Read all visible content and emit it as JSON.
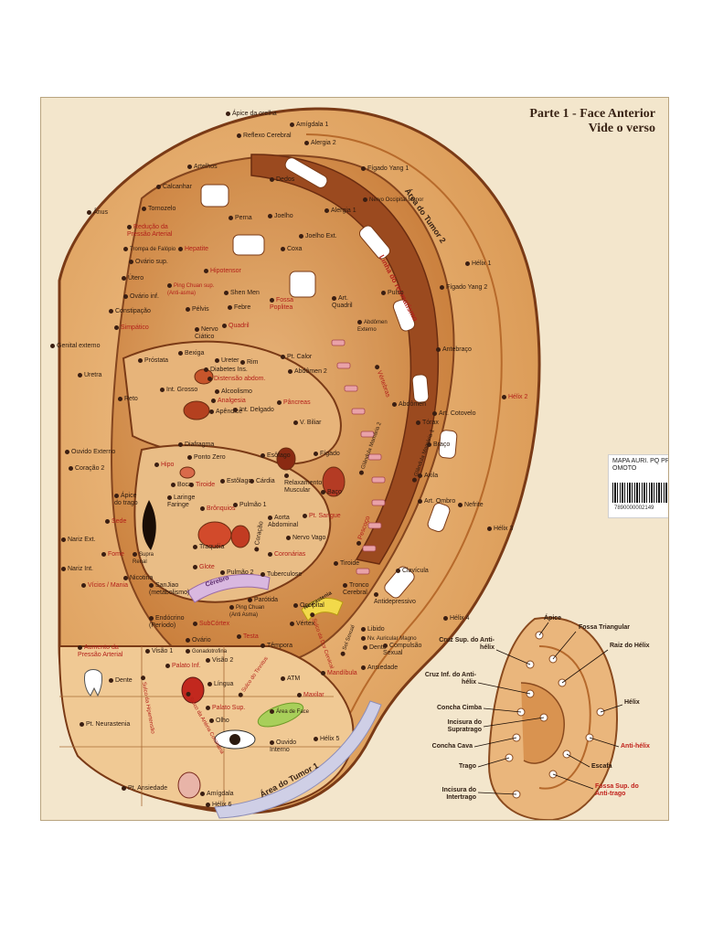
{
  "title": {
    "line1": "Parte 1 - Face Anterior",
    "line2": "Vide o verso"
  },
  "sticker": {
    "text": "MAPA AURI. PQ PROF EN OMOTO",
    "barcode_number": "7890000002149"
  },
  "zones": [
    {
      "key": "tumor2",
      "text": "Área do Tumor 2"
    },
    {
      "key": "tumor1",
      "text": "Área do Tumor 1"
    },
    {
      "key": "reumatismo",
      "text": "Linha do reumatismo"
    },
    {
      "key": "cerebro",
      "text": "Cérebro"
    },
    {
      "key": "neurastenia",
      "text": "Neurastenia"
    }
  ],
  "points": [
    {
      "text": "Ápice da orelha",
      "red": false
    },
    {
      "text": "Amígdala 1",
      "red": false
    },
    {
      "text": "Reflexo Cerebral",
      "red": false
    },
    {
      "text": "Alergia 2",
      "red": false
    },
    {
      "text": "Fígado Yang 1",
      "red": false
    },
    {
      "text": "Artelhos",
      "red": false
    },
    {
      "text": "Dedos",
      "red": false
    },
    {
      "text": "Calcanhar",
      "red": false
    },
    {
      "text": "Tornozelo",
      "red": false
    },
    {
      "text": "Alergia 1",
      "red": false
    },
    {
      "text": "Ânus",
      "red": false
    },
    {
      "text": "Perna",
      "red": false
    },
    {
      "text": "Joelho",
      "red": false
    },
    {
      "text": "Nervo Occipital Menor",
      "red": false
    },
    {
      "text": "Redução da Pressão Arterial",
      "red": true
    },
    {
      "text": "Joelho Ext.",
      "red": false
    },
    {
      "text": "Trompa de Falópio",
      "red": false
    },
    {
      "text": "Hepatite",
      "red": true
    },
    {
      "text": "Coxa",
      "red": false
    },
    {
      "text": "Hélix 1",
      "red": false
    },
    {
      "text": "Ovário sup.",
      "red": false
    },
    {
      "text": "Hipotensor",
      "red": true
    },
    {
      "text": "Útero",
      "red": false
    },
    {
      "text": "Ping Chuan sup. (Anti-asma)",
      "red": true
    },
    {
      "text": "Fígado Yang 2",
      "red": false
    },
    {
      "text": "Ovário inf.",
      "red": false
    },
    {
      "text": "Shen Men",
      "red": false
    },
    {
      "text": "Pulso",
      "red": false
    },
    {
      "text": "Constipação",
      "red": false
    },
    {
      "text": "Pélvis",
      "red": false
    },
    {
      "text": "Febre",
      "red": false
    },
    {
      "text": "Fossa Poplitea",
      "red": true
    },
    {
      "text": "Art. Quadril",
      "red": false
    },
    {
      "text": "Simpático",
      "red": true
    },
    {
      "text": "Nervo Ciático",
      "red": false
    },
    {
      "text": "Quadril",
      "red": true
    },
    {
      "text": "Abdômen Externo",
      "red": false
    },
    {
      "text": "Genital externo",
      "red": false
    },
    {
      "text": "Pt. Calor",
      "red": false
    },
    {
      "text": "Antebraço",
      "red": false
    },
    {
      "text": "Bexiga",
      "red": false
    },
    {
      "text": "Próstata",
      "red": false
    },
    {
      "text": "Ureter",
      "red": false
    },
    {
      "text": "Rim",
      "red": false
    },
    {
      "text": "Diabetes Ins.",
      "red": false
    },
    {
      "text": "Abdômen 2",
      "red": false
    },
    {
      "text": "Uretra",
      "red": false
    },
    {
      "text": "Distensão abdom.",
      "red": true
    },
    {
      "text": "Alcoolismo",
      "red": false
    },
    {
      "text": "Int. Grosso",
      "red": false
    },
    {
      "text": "Analgesia",
      "red": true
    },
    {
      "text": "Abdômen",
      "red": false
    },
    {
      "text": "Reto",
      "red": false
    },
    {
      "text": "Pâncreas",
      "red": true
    },
    {
      "text": "Hélix 2",
      "red": true
    },
    {
      "text": "Apêndice",
      "red": false
    },
    {
      "text": "Int. Delgado",
      "red": false
    },
    {
      "text": "V. Biliar",
      "red": false
    },
    {
      "text": "Tórax",
      "red": false
    },
    {
      "text": "Art. Cotovelo",
      "red": false
    },
    {
      "text": "Diafragma",
      "red": false
    },
    {
      "text": "Vértebras",
      "red": true
    },
    {
      "text": "Ouvido Externo",
      "red": false
    },
    {
      "text": "Ponto Zero",
      "red": false
    },
    {
      "text": "Esôfago",
      "red": false
    },
    {
      "text": "Fígado",
      "red": false
    },
    {
      "text": "Braço",
      "red": false
    },
    {
      "text": "Glândula Mamária 2",
      "red": false
    },
    {
      "text": "Glândula Mamária 1",
      "red": false
    },
    {
      "text": "Coração 2",
      "red": false
    },
    {
      "text": "Hipo",
      "red": true
    },
    {
      "text": "Boca",
      "red": false
    },
    {
      "text": "Tiroide",
      "red": true
    },
    {
      "text": "Estôlago",
      "red": false
    },
    {
      "text": "Cárdia",
      "red": false
    },
    {
      "text": "Relaxamento Muscular",
      "red": false
    },
    {
      "text": "Baço",
      "red": false
    },
    {
      "text": "Axila",
      "red": false
    },
    {
      "text": "Ápice do trago",
      "red": false
    },
    {
      "text": "Laringe Faringe",
      "red": false
    },
    {
      "text": "Brônquios",
      "red": true
    },
    {
      "text": "Pulmão 1",
      "red": false
    },
    {
      "text": "Pt. Sangue",
      "red": true
    },
    {
      "text": "Art. Ombro",
      "red": false
    },
    {
      "text": "Nefrite",
      "red": false
    },
    {
      "text": "Sede",
      "red": true
    },
    {
      "text": "Aorta Abdominal",
      "red": false
    },
    {
      "text": "Nariz Ext.",
      "red": false
    },
    {
      "text": "Traquéia",
      "red": false
    },
    {
      "text": "Coração",
      "red": false
    },
    {
      "text": "Nervo Vago",
      "red": false
    },
    {
      "text": "Hélix 3",
      "red": false
    },
    {
      "text": "Fome",
      "red": true
    },
    {
      "text": "Supra Renal",
      "red": false
    },
    {
      "text": "Coronárias",
      "red": true
    },
    {
      "text": "Pescoço",
      "red": true
    },
    {
      "text": "Nariz Int.",
      "red": false
    },
    {
      "text": "Glote",
      "red": true
    },
    {
      "text": "Pulmão 2",
      "red": false
    },
    {
      "text": "Tuberculose",
      "red": false
    },
    {
      "text": "Tiroide",
      "red": false
    },
    {
      "text": "Clavícula",
      "red": false
    },
    {
      "text": "Vícios / Mania",
      "red": true
    },
    {
      "text": "Nicotina",
      "red": false
    },
    {
      "text": "SanJiao (metabolismo)",
      "red": false
    },
    {
      "text": "Tronco Cerebral",
      "red": false
    },
    {
      "text": "Antidepressivo",
      "red": false
    },
    {
      "text": "Parótida",
      "red": false
    },
    {
      "text": "Ping Chuan (Anti Asma)",
      "red": false
    },
    {
      "text": "Occipital",
      "red": false
    },
    {
      "text": "Hélix 4",
      "red": false
    },
    {
      "text": "Endócrino (Período)",
      "red": false
    },
    {
      "text": "SubCórtex",
      "red": true
    },
    {
      "text": "Vértex",
      "red": false
    },
    {
      "text": "Libido",
      "red": false
    },
    {
      "text": "Nv. Auricular Magno",
      "red": false
    },
    {
      "text": "Testa",
      "red": true
    },
    {
      "text": "Ovário",
      "red": false
    },
    {
      "text": "Sol Sexual",
      "red": false
    },
    {
      "text": "Aumento da Pressão Arterial",
      "red": true
    },
    {
      "text": "Visão 1",
      "red": false
    },
    {
      "text": "Gonadotrofina",
      "red": false
    },
    {
      "text": "Têmpora",
      "red": false
    },
    {
      "text": "Dente",
      "red": false
    },
    {
      "text": "Compulsão Sexual",
      "red": false
    },
    {
      "text": "Visão 2",
      "red": false
    },
    {
      "text": "Palato Inf.",
      "red": true
    },
    {
      "text": "Sulco da Dor Cervical",
      "red": true
    },
    {
      "text": "Ansiedade",
      "red": false
    },
    {
      "text": "Dente",
      "red": false
    },
    {
      "text": "Língua",
      "red": false
    },
    {
      "text": "Sulco do Tinnitus",
      "red": true
    },
    {
      "text": "ATM",
      "red": false
    },
    {
      "text": "Mandíbula",
      "red": true
    },
    {
      "text": "Palato Sup.",
      "red": true
    },
    {
      "text": "Maxilar",
      "red": true
    },
    {
      "text": "Área de Face",
      "red": false
    },
    {
      "text": "Pt. Neurastenia",
      "red": false
    },
    {
      "text": "Sulco da Hipertensão",
      "red": true
    },
    {
      "text": "Olho",
      "red": false
    },
    {
      "text": "Sulco da Artéria Coronária",
      "red": true
    },
    {
      "text": "Ouvido Interno",
      "red": false
    },
    {
      "text": "Hélix 5",
      "red": false
    },
    {
      "text": "Pt. Ansiedade",
      "red": false
    },
    {
      "text": "Amígdala",
      "red": false
    },
    {
      "text": "Hélix 6",
      "red": false
    }
  ],
  "anatomy_legend": [
    {
      "text": "Ápice",
      "red": false
    },
    {
      "text": "Fossa Triangular",
      "red": false
    },
    {
      "text": "Cruz Sup. do Anti-hélix",
      "red": false
    },
    {
      "text": "Raiz do Hélix",
      "red": false
    },
    {
      "text": "Cruz Inf. do Anti-hélix",
      "red": false
    },
    {
      "text": "Hélix",
      "red": false
    },
    {
      "text": "Concha Cimba",
      "red": false
    },
    {
      "text": "Incisura do Supratrago",
      "red": false
    },
    {
      "text": "Anti-hélix",
      "red": true
    },
    {
      "text": "Concha Cava",
      "red": false
    },
    {
      "text": "Escafa",
      "red": false
    },
    {
      "text": "Trago",
      "red": false
    },
    {
      "text": "Fossa Sup. do Anti-trago",
      "red": true
    },
    {
      "text": "Incisura do Intertrago",
      "red": false
    }
  ],
  "colors": {
    "paper": "#f3e6cc",
    "ear_outer": "#e2a766",
    "ear_inner": "#c9782f",
    "ear_dark": "#8a3b18",
    "outline": "#7a3a16",
    "label_red": "#b3201a",
    "cerebro_band": "#d9b8e0",
    "neurastenia_band": "#f2d94a",
    "face_band": "#a8cf5a",
    "tumor_band": "#cfcfe6"
  }
}
